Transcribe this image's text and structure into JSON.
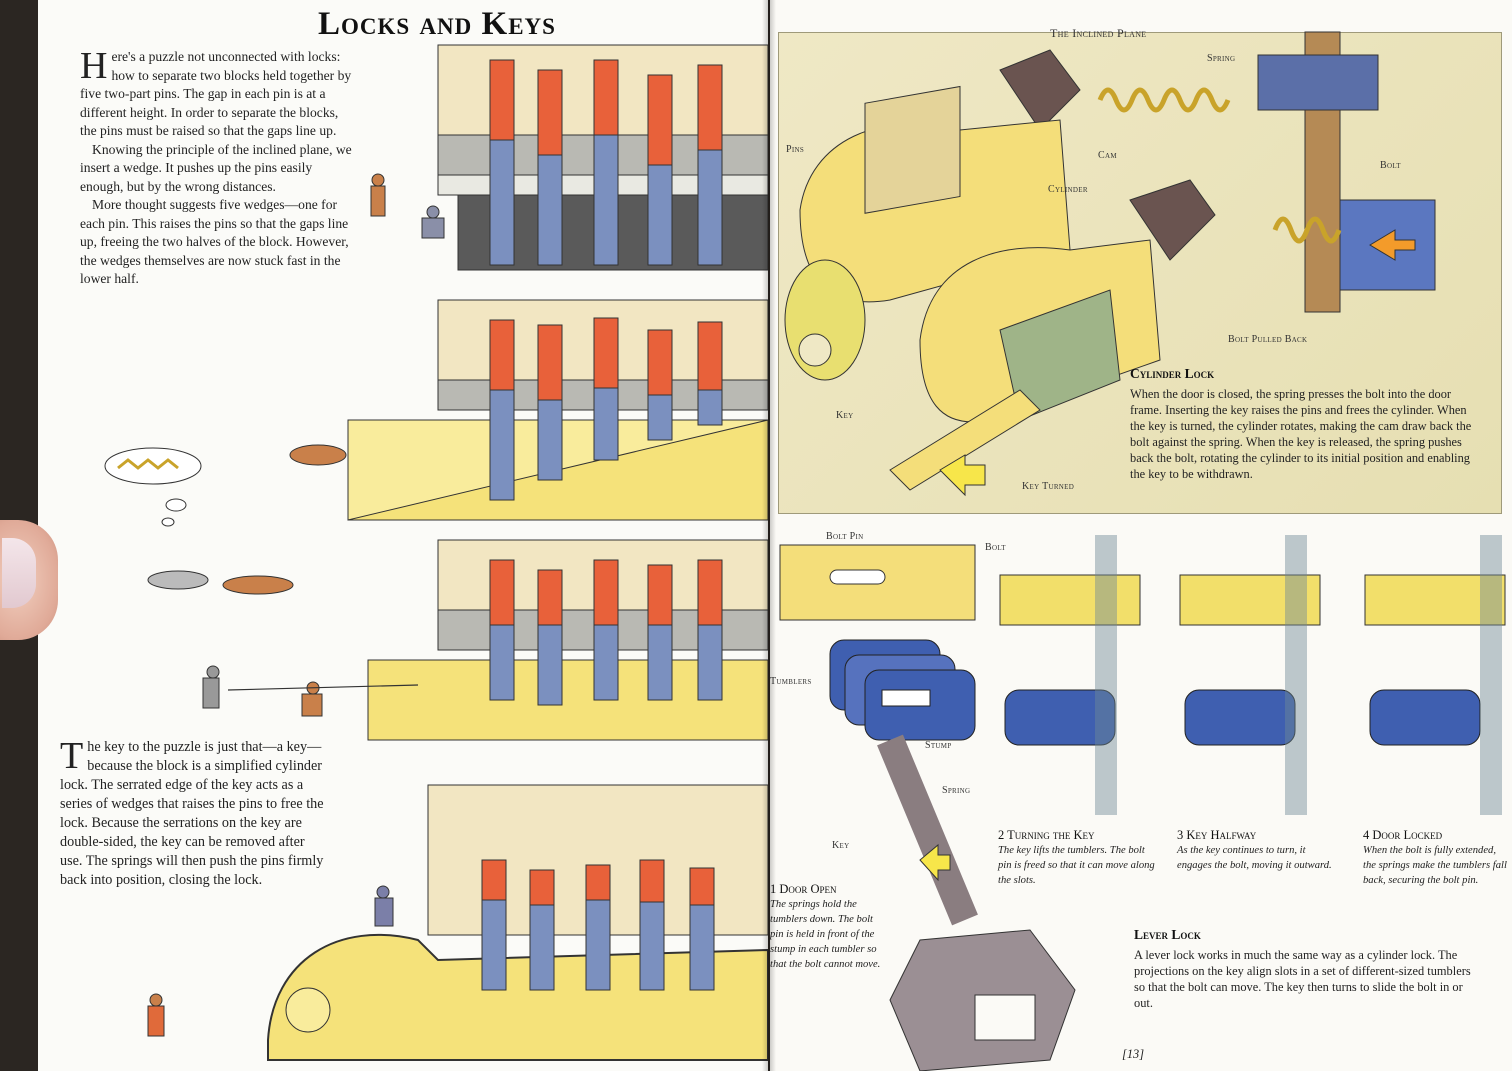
{
  "left_page": {
    "title": "Locks and Keys",
    "intro_drop": "H",
    "intro_p1": "ere's a puzzle not unconnected with locks: how to separate two blocks held together by five two-part pins. The gap in each pin is at a different height. In order to separate the blocks, the pins must be raised so that the gaps line up.",
    "intro_p2": "Knowing the principle of the inclined plane, we insert a wedge. It pushes up the pins easily enough, but by the wrong distances.",
    "intro_p3": "More thought suggests five wedges—one for each pin. This raises the pins so that the gaps line up, freeing the two halves of the block. However, the wedges themselves are now stuck fast in the lower half.",
    "key_drop": "T",
    "key_text": "he key to the puzzle is just that—a key—because the block is a simplified cylinder lock. The serrated edge of the key acts as a series of wedges that raises the pins to free the lock. Because the serrations on the key are double-sided, the key can be removed after use. The springs will then push the pins firmly back into position, closing the lock."
  },
  "right_page": {
    "top_labels": {
      "inclined_plane": "The Inclined Plane",
      "spring": "Spring",
      "pins": "Pins",
      "cam": "Cam",
      "cylinder": "Cylinder",
      "bolt": "Bolt",
      "bolt_pulled_back": "Bolt Pulled Back",
      "key": "Key",
      "key_turned": "Key Turned"
    },
    "cylinder_lock": {
      "heading": "Cylinder Lock",
      "text": "When the door is closed, the spring presses the bolt into the door frame. Inserting the key raises the pins and frees the cylinder. When the key is turned, the cylinder rotates, making the cam draw back the bolt against the spring. When the key is released, the spring pushes back the bolt, rotating the cylinder to its initial position and enabling the key to be withdrawn."
    },
    "lever_labels": {
      "bolt_pin": "Bolt Pin",
      "bolt": "Bolt",
      "tumblers": "Tumblers",
      "stump": "Stump",
      "spring": "Spring",
      "key": "Key"
    },
    "steps": [
      {
        "title": "1 Door Open",
        "text": "The springs hold the tumblers down. The bolt pin is held in front of the stump in each tumbler so that the bolt cannot move."
      },
      {
        "title": "2 Turning the Key",
        "text": "The key lifts the tumblers. The bolt pin is freed so that it can move along the slots."
      },
      {
        "title": "3 Key Halfway",
        "text": "As the key continues to turn, it engages the bolt, moving it outward."
      },
      {
        "title": "4 Door Locked",
        "text": "When the bolt is fully extended, the springs make the tumblers fall back, securing the bolt pin."
      }
    ],
    "lever_lock": {
      "heading": "Lever Lock",
      "text": "A lever lock works in much the same way as a cylinder lock. The projections on the key align slots in a set of different-sized tumblers so that the bolt can move. The key then turns to slide the bolt in or out."
    },
    "page_number": "[13]"
  },
  "colors": {
    "pin_red": "#e8613a",
    "pin_blue": "#7b90bf",
    "brass": "#f2df6a",
    "tumbler_blue": "#3f5fb0",
    "panel_bg": "#ece5bd"
  }
}
